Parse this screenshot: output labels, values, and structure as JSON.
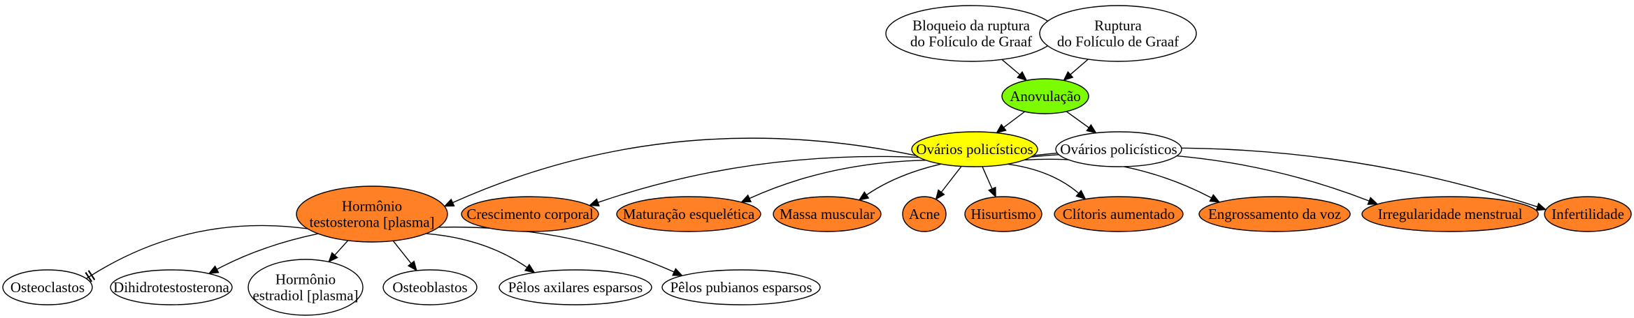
{
  "colors": {
    "background": "#ffffff",
    "stroke": "#000000",
    "green": "#7cfc00",
    "yellow": "#ffff00",
    "orange": "#ff8025",
    "white": "#ffffff"
  },
  "nodes": {
    "bloqueio": {
      "lines": [
        "Bloqueio da ruptura",
        "do Folículo de Graaf"
      ],
      "fill": "white"
    },
    "ruptura": {
      "lines": [
        "Ruptura",
        "do Folículo de Graaf"
      ],
      "fill": "white"
    },
    "anovulacao": {
      "lines": [
        "Anovulação"
      ],
      "fill": "green"
    },
    "ovarios_center": {
      "lines": [
        "Ovários policísticos"
      ],
      "fill": "yellow"
    },
    "ovarios_right": {
      "lines": [
        "Ovários policísticos"
      ],
      "fill": "white"
    },
    "testosterona": {
      "lines": [
        "Hormônio",
        "testosterona [plasma]"
      ],
      "fill": "orange"
    },
    "crescimento": {
      "lines": [
        "Crescimento corporal"
      ],
      "fill": "orange"
    },
    "maturacao": {
      "lines": [
        "Maturação esquelética"
      ],
      "fill": "orange"
    },
    "massa": {
      "lines": [
        "Massa muscular"
      ],
      "fill": "orange"
    },
    "acne": {
      "lines": [
        "Acne"
      ],
      "fill": "orange"
    },
    "hirsutismo": {
      "lines": [
        "Hisurtismo"
      ],
      "fill": "orange"
    },
    "clitoris": {
      "lines": [
        "Clítoris aumentado"
      ],
      "fill": "orange"
    },
    "voz": {
      "lines": [
        "Engrossamento da voz"
      ],
      "fill": "orange"
    },
    "irregularidade": {
      "lines": [
        "Irregularidade menstrual"
      ],
      "fill": "orange"
    },
    "infertilidade": {
      "lines": [
        "Infertilidade"
      ],
      "fill": "orange"
    },
    "osteoclastos": {
      "lines": [
        "Osteoclastos"
      ],
      "fill": "white"
    },
    "dihidro": {
      "lines": [
        "Dihidrotestosterona"
      ],
      "fill": "white"
    },
    "estradiol": {
      "lines": [
        "Hormônio",
        "estradiol [plasma]"
      ],
      "fill": "white"
    },
    "osteoblastos": {
      "lines": [
        "Osteoblastos"
      ],
      "fill": "white"
    },
    "axilares": {
      "lines": [
        "Pêlos axilares esparsos"
      ],
      "fill": "white"
    },
    "pubianos": {
      "lines": [
        "Pêlos pubianos esparsos"
      ],
      "fill": "white"
    }
  },
  "edges": [
    {
      "from": "bloqueio",
      "to": "anovulacao",
      "head": "arrow"
    },
    {
      "from": "ruptura",
      "to": "anovulacao",
      "head": "arrow"
    },
    {
      "from": "anovulacao",
      "to": "ovarios_center",
      "head": "arrow"
    },
    {
      "from": "anovulacao",
      "to": "ovarios_right",
      "head": "arrow"
    },
    {
      "from": "ovarios_center",
      "to": "testosterona",
      "head": "arrow"
    },
    {
      "from": "ovarios_center",
      "to": "crescimento",
      "head": "arrow"
    },
    {
      "from": "ovarios_center",
      "to": "maturacao",
      "head": "arrow"
    },
    {
      "from": "ovarios_center",
      "to": "massa",
      "head": "arrow"
    },
    {
      "from": "ovarios_center",
      "to": "acne",
      "head": "arrow"
    },
    {
      "from": "ovarios_center",
      "to": "hirsutismo",
      "head": "arrow"
    },
    {
      "from": "ovarios_center",
      "to": "clitoris",
      "head": "arrow"
    },
    {
      "from": "ovarios_center",
      "to": "voz",
      "head": "arrow"
    },
    {
      "from": "ovarios_center",
      "to": "irregularidade",
      "head": "arrow"
    },
    {
      "from": "ovarios_center",
      "to": "infertilidade",
      "head": "arrow"
    },
    {
      "from": "testosterona",
      "to": "osteoclastos",
      "head": "tee"
    },
    {
      "from": "testosterona",
      "to": "dihidro",
      "head": "arrow"
    },
    {
      "from": "testosterona",
      "to": "estradiol",
      "head": "arrow"
    },
    {
      "from": "testosterona",
      "to": "osteoblastos",
      "head": "arrow"
    },
    {
      "from": "testosterona",
      "to": "axilares",
      "head": "arrow"
    },
    {
      "from": "testosterona",
      "to": "pubianos",
      "head": "arrow"
    }
  ]
}
